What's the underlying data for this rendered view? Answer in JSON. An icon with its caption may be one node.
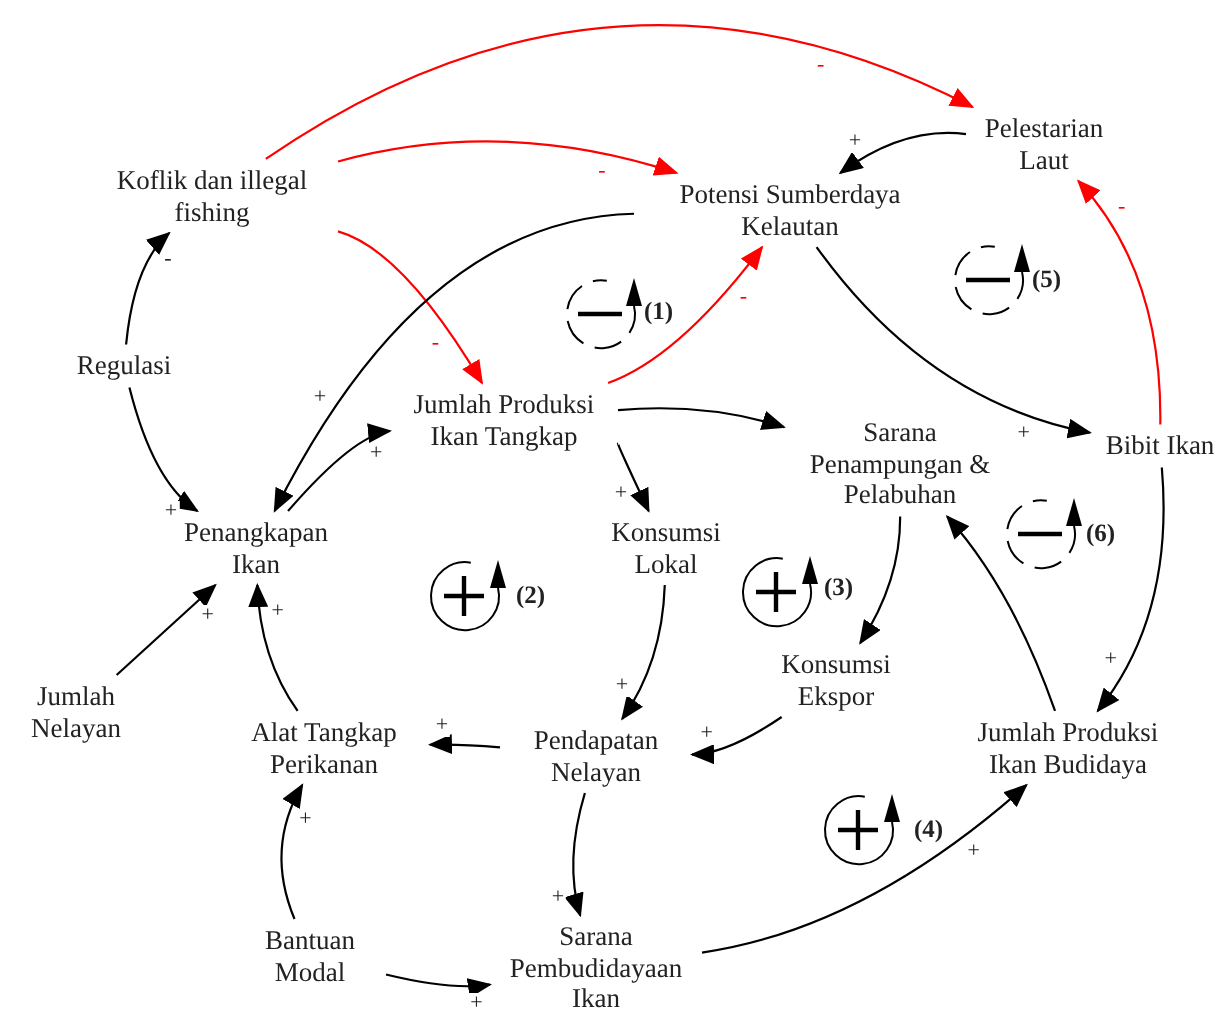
{
  "diagram": {
    "nodes": [
      {
        "text": [
          "Koflik dan illegal fishing"
        ]
      },
      {
        "text": [
          "Potensi Sumberdaya Kelautan"
        ]
      },
      {
        "text": [
          "Pelestarian Laut"
        ]
      },
      {
        "text": [
          "Regulasi"
        ]
      },
      {
        "text": [
          "Jumlah Produksi Ikan Tangkap"
        ]
      },
      {
        "text": [
          "Sarana Penampungan & Pelabuhan"
        ]
      },
      {
        "text": [
          "Bibit Ikan"
        ]
      },
      {
        "text": [
          "Penangkapan Ikan"
        ]
      },
      {
        "text": [
          "Konsumsi Lokal"
        ]
      },
      {
        "text": [
          "Jumlah Nelayan"
        ]
      },
      {
        "text": [
          "Alat Tangkap Perikanan"
        ]
      },
      {
        "text": [
          "Pendapatan Nelayan"
        ]
      },
      {
        "text": [
          "Konsumsi Ekspor"
        ]
      },
      {
        "text": [
          "Jumlah Produksi Ikan Budidaya"
        ]
      },
      {
        "text": [
          "Bantuan Modal"
        ]
      },
      {
        "text": [
          "Sarana Pembudidayaan Ikan"
        ]
      }
    ],
    "edges": [
      {
        "from": 0,
        "to": 2,
        "arrow": "to",
        "label": "-",
        "color": "#ff0000"
      },
      {
        "from": 0,
        "to": 1,
        "arrow": "to",
        "label": "-",
        "color": "#ff0000"
      },
      {
        "from": 0,
        "to": 4,
        "arrow": "to",
        "label": "-",
        "color": "#ff0000"
      },
      {
        "from": 3,
        "to": 0,
        "arrow": "to",
        "label": "-"
      },
      {
        "from": 3,
        "to": 7,
        "arrow": "to",
        "label": "+"
      },
      {
        "from": 2,
        "to": 1,
        "arrow": "to",
        "label": "+"
      },
      {
        "from": 1,
        "to": 7,
        "arrow": "to",
        "label": "+"
      },
      {
        "from": 4,
        "to": 1,
        "arrow": "to",
        "label": "-",
        "color": "#ff0000"
      },
      {
        "from": 7,
        "to": 4,
        "arrow": "to",
        "label": "+"
      },
      {
        "from": 4,
        "to": 5,
        "arrow": "to"
      },
      {
        "from": 4,
        "to": 8,
        "arrow": "to",
        "label": "+"
      },
      {
        "from": 1,
        "to": 6,
        "arrow": "to",
        "label": "+"
      },
      {
        "from": 6,
        "to": 2,
        "arrow": "to",
        "label": "-",
        "color": "#ff0000"
      },
      {
        "from": 6,
        "to": 13,
        "arrow": "to",
        "label": "+"
      },
      {
        "from": 13,
        "to": 5,
        "arrow": "to"
      },
      {
        "from": 5,
        "to": 12,
        "arrow": "to"
      },
      {
        "from": 8,
        "to": 11,
        "arrow": "to",
        "label": "+"
      },
      {
        "from": 12,
        "to": 11,
        "arrow": "to",
        "label": "+"
      },
      {
        "from": 11,
        "to": 10,
        "arrow": "to",
        "label": "+"
      },
      {
        "from": 11,
        "to": 15,
        "arrow": "to",
        "label": "+"
      },
      {
        "from": 9,
        "to": 7,
        "arrow": "to",
        "label": "+"
      },
      {
        "from": 10,
        "to": 7,
        "arrow": "to",
        "label": "+"
      },
      {
        "from": 14,
        "to": 10,
        "arrow": "to",
        "label": "+"
      },
      {
        "from": 14,
        "to": 15,
        "arrow": "to",
        "label": "+"
      },
      {
        "from": 15,
        "to": 13,
        "arrow": "to",
        "label": "+"
      }
    ],
    "labels": [
      "(1)",
      "(5)",
      "(2)",
      "(3)",
      "(6)",
      "(4)"
    ]
  }
}
